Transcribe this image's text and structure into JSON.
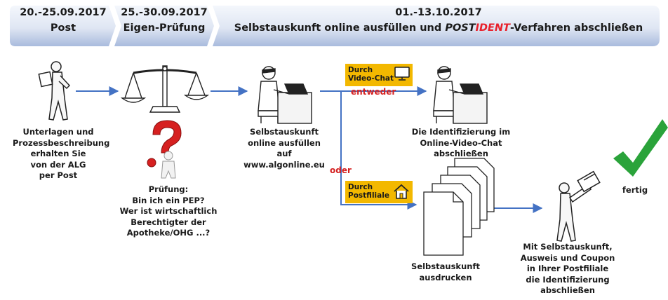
{
  "header": {
    "step1": {
      "date": "20.-25.09.2017",
      "label": "Post"
    },
    "step2": {
      "date": "25.-30.09.2017",
      "label": "Eigen-Prüfung"
    },
    "step3": {
      "date": "01.-13.10.2017",
      "label_prefix": "Selbstauskunft online ausfüllen und ",
      "label_post": "POST",
      "label_ident": "IDENT",
      "label_suffix": "-Verfahren abschließen"
    },
    "colors": {
      "bar_light": "#e9eef7",
      "bar_dark": "#9fb2d6",
      "text": "#1a1a1a",
      "accent_red": "#e8202b"
    }
  },
  "flow": {
    "post_label": [
      "Unterlagen und",
      "Prozessbeschreibung",
      "erhalten Sie",
      "von der ALG",
      "per Post"
    ],
    "check_label": [
      "Prüfung:",
      "Bin ich ein PEP?",
      "Wer ist wirtschaftlich",
      "Berechtigter der",
      "Apotheke/OHG ...?"
    ],
    "online_label": [
      "Selbstauskunft",
      "online ausfüllen",
      "auf",
      "www.algonline.eu"
    ],
    "video_label": [
      "Die Identifizierung im",
      "Online-Video-Chat",
      "abschließen"
    ],
    "print_label": [
      "Selbstauskunft",
      "ausdrucken"
    ],
    "branch_label": [
      "Mit Selbstauskunft,",
      "Ausweis und Coupon",
      "in Ihrer Postfiliale",
      "die Identifizierung",
      "abschließen"
    ],
    "done_label": "fertig",
    "either_label": "entweder",
    "or_label": "oder",
    "video_tag": [
      "Durch",
      "Video-Chat"
    ],
    "branch_tag": [
      "Durch",
      "Postfiliale"
    ],
    "icons": [
      "courier-icon",
      "scales-icon",
      "question-figure-icon",
      "laptop-user-icon",
      "monitor-icon",
      "house-icon",
      "documents-icon",
      "checkmark-icon"
    ],
    "colors": {
      "arrow": "#4472c4",
      "tag": "#f3b800",
      "check": "#2aa33a",
      "question": "#d62020"
    }
  }
}
